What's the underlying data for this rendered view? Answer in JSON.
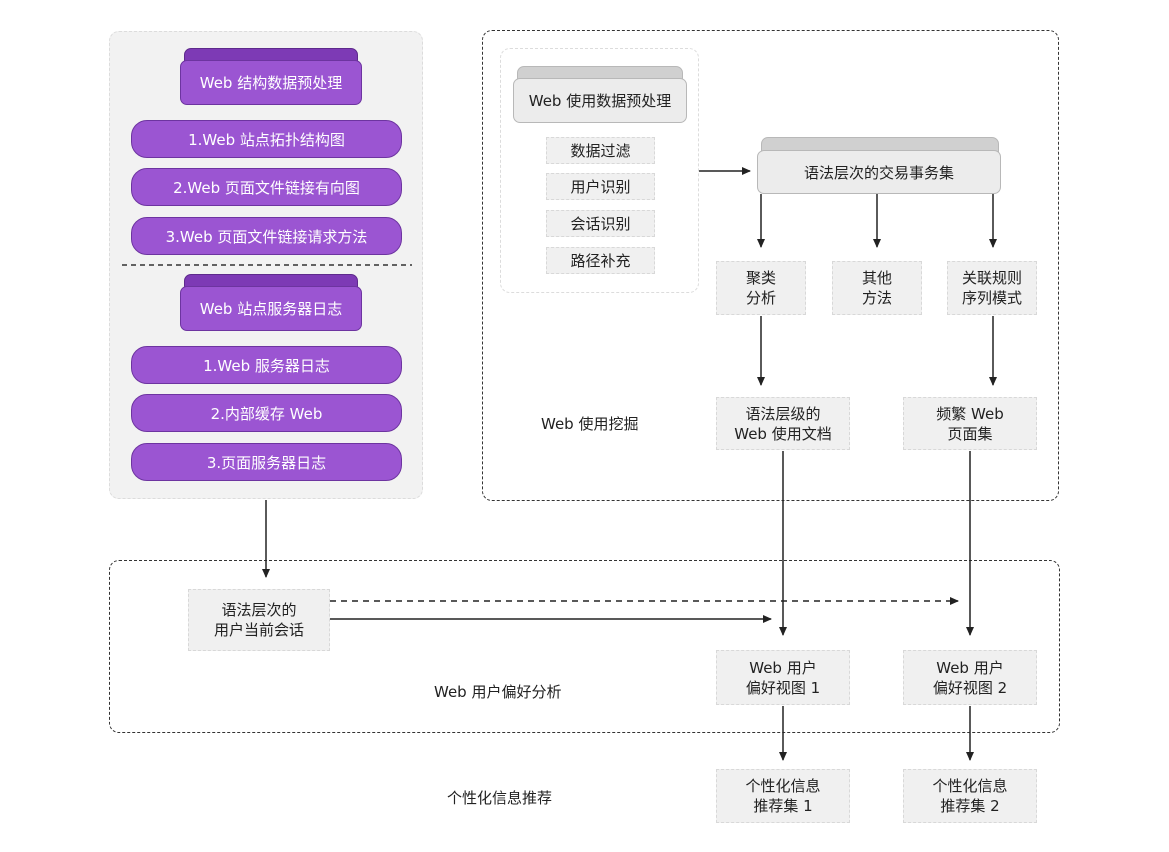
{
  "structure": {
    "title": "Web 结构数据预处理",
    "items": [
      "1.Web 站点拓扑结构图",
      "2.Web 页面文件链接有向图",
      "3.Web 页面文件链接请求方法"
    ]
  },
  "server_log": {
    "title": "Web 站点服务器日志",
    "items": [
      "1.Web 服务器日志",
      "2.内部缓存 Web",
      "3.页面服务器日志"
    ]
  },
  "usage_pre": {
    "title": "Web 使用数据预处理",
    "steps": [
      "数据过滤",
      "用户识别",
      "会话识别",
      "路径补充"
    ]
  },
  "mining": {
    "label": "Web 使用挖掘",
    "transaction_set": "语法层次的交易事务集",
    "methods": [
      {
        "line1": "聚类",
        "line2": "分析"
      },
      {
        "line1": "其他",
        "line2": "方法"
      },
      {
        "line1": "关联规则",
        "line2": "序列模式"
      }
    ],
    "results": [
      {
        "line1": "语法层级的",
        "line2": "Web 使用文档"
      },
      {
        "line1": "频繁 Web",
        "line2": "页面集"
      }
    ]
  },
  "preference": {
    "label": "Web 用户偏好分析",
    "session": {
      "line1": "语法层次的",
      "line2": "用户当前会话"
    },
    "views": [
      {
        "line1": "Web 用户",
        "line2": "偏好视图 1"
      },
      {
        "line1": "Web 用户",
        "line2": "偏好视图 2"
      }
    ]
  },
  "recommendation": {
    "label": "个性化信息推荐",
    "sets": [
      {
        "line1": "个性化信息",
        "line2": "推荐集 1"
      },
      {
        "line1": "个性化信息",
        "line2": "推荐集 2"
      }
    ]
  },
  "colors": {
    "purple": "#9b55d2",
    "purple_dark": "#7d3ab5",
    "gray_box": "#f0f0f0",
    "panel": "#f2f2f2"
  }
}
